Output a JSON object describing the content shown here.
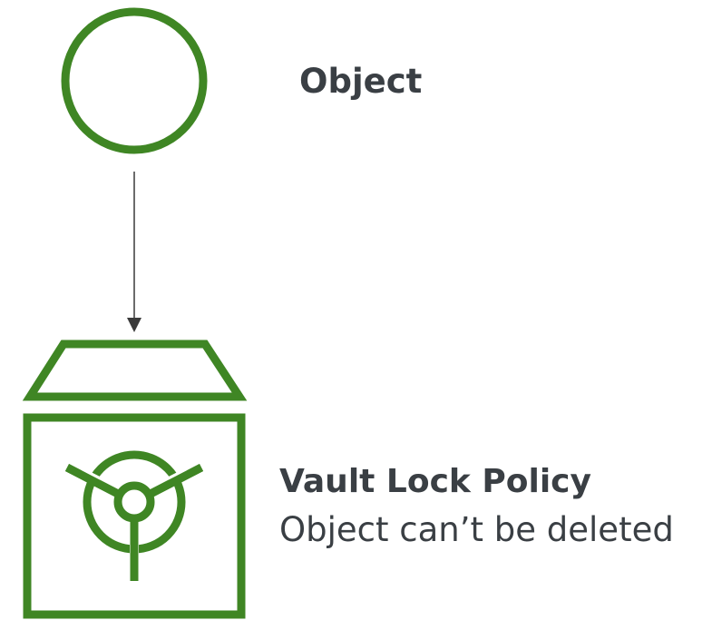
{
  "object": {
    "label": "Object",
    "icon": "circle-icon"
  },
  "vault_lock": {
    "title": "Vault Lock Policy",
    "subtitle": "Object can’t be deleted",
    "icon": "vault-icon"
  },
  "colors": {
    "stroke_green": "#3f8624",
    "text": "#3a3f44",
    "arrow": "#3a3a3a"
  }
}
